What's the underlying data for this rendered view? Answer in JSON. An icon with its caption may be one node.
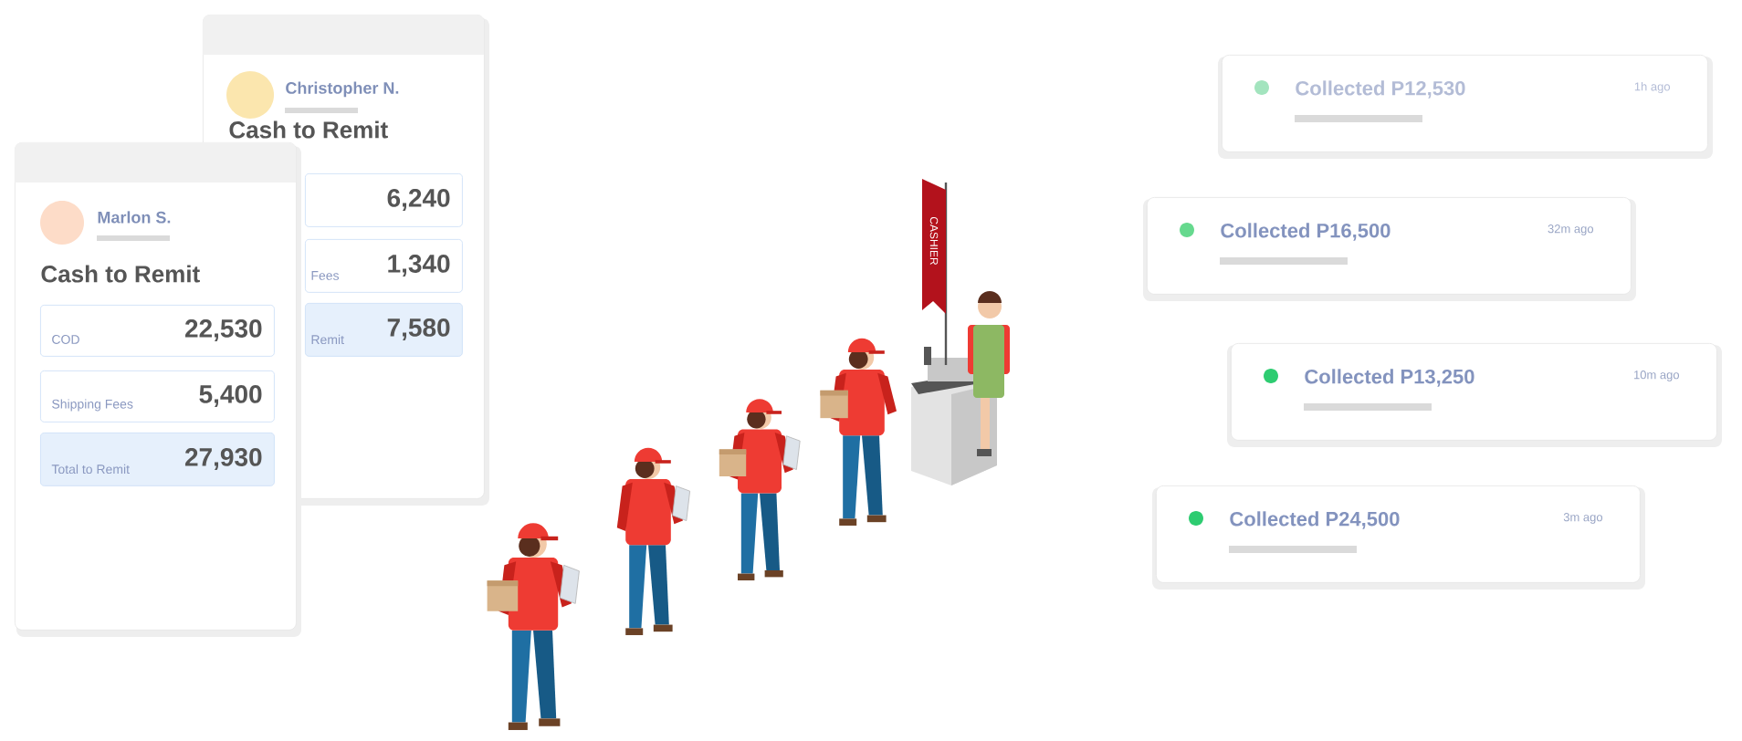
{
  "diagram": {
    "nodes": [
      {
        "text": [
          "Christopher N.",
          "Cash to Remit"
        ]
      },
      {
        "text": [
          "6,240"
        ],
        "in": 0
      },
      {
        "text": [
          "Fees",
          "1,340"
        ],
        "in": 0
      },
      {
        "text": [
          "Remit",
          "7,580"
        ],
        "in": 0
      },
      {
        "text": [
          "Marlon S.",
          "Cash to Remit"
        ]
      },
      {
        "text": [
          "COD",
          "22,530"
        ],
        "in": 4
      },
      {
        "text": [
          "Shipping Fees",
          "5,400"
        ],
        "in": 4
      },
      {
        "text": [
          "Total to Remit",
          "27,930"
        ],
        "in": 4
      },
      {
        "text": [
          "Collected P12,530",
          "1h ago"
        ]
      },
      {
        "text": [
          "Collected P16,500",
          "32m ago"
        ]
      },
      {
        "text": [
          "Collected P13,250",
          "10m ago"
        ]
      },
      {
        "text": [
          "Collected P24,500",
          "3m ago"
        ]
      }
    ],
    "labels": [
      "CASHIER"
    ]
  }
}
